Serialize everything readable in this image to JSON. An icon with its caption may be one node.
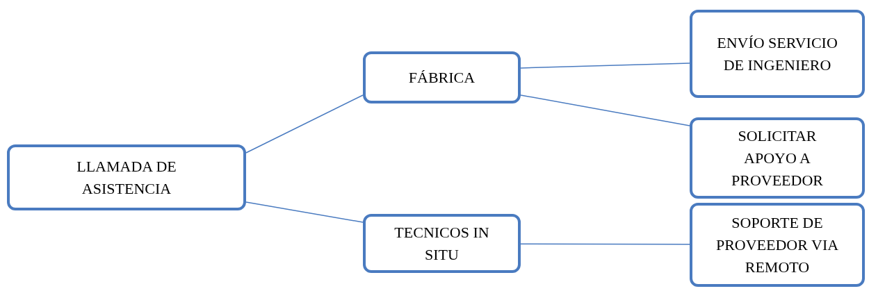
{
  "diagram": {
    "nodes": [
      {
        "text": [
          "LLAMADA DE ASISTENCIA"
        ]
      },
      {
        "text": [
          "FÁBRICA"
        ]
      },
      {
        "text": [
          "TECNICOS IN SITU"
        ]
      },
      {
        "text": [
          "ENVÍO SERVICIO DE INGENIERO"
        ]
      },
      {
        "text": [
          "SOLICITAR APOYO A PROVEEDOR"
        ]
      },
      {
        "text": [
          "SOPORTE DE PROVEEDOR VIA REMOTO"
        ]
      }
    ],
    "edges": [
      {
        "from": 0,
        "to": 1,
        "arrow": "none"
      },
      {
        "from": 0,
        "to": 2,
        "arrow": "none"
      },
      {
        "from": 1,
        "to": 3,
        "arrow": "none"
      },
      {
        "from": 1,
        "to": 4,
        "arrow": "none"
      },
      {
        "from": 2,
        "to": 5,
        "arrow": "none"
      }
    ]
  }
}
